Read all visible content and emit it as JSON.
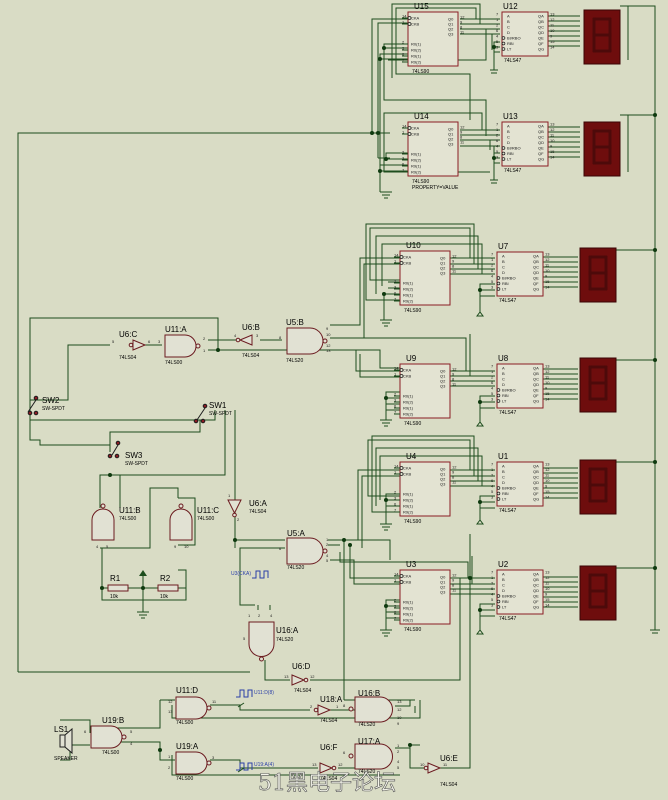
{
  "colors": {
    "background": "#d9dcc5",
    "wire": "#1d4d1d",
    "chip_fill": "#e3e3d2",
    "chip_border": "#8a1d24",
    "gate_fill": "#e1e1d3",
    "display": "#6e0d0d",
    "junction": "#0f3a0f"
  },
  "counters": [
    {
      "ref": "U15",
      "type": "74LS90",
      "extra": ""
    },
    {
      "ref": "U14",
      "type": "74LS90",
      "extra": "PROPERTY=VALUE"
    },
    {
      "ref": "U10",
      "type": "74LS90",
      "extra": ""
    },
    {
      "ref": "U9",
      "type": "74LS90",
      "extra": ""
    },
    {
      "ref": "U4",
      "type": "74LS90",
      "extra": ""
    },
    {
      "ref": "U3",
      "type": "74LS90",
      "extra": ""
    }
  ],
  "counter_pins_left": [
    "CKA",
    "CKB",
    "R0(1)",
    "R0(2)",
    "R9(1)",
    "R9(2)"
  ],
  "counter_pins_right": [
    "Q0",
    "Q1",
    "Q2",
    "Q3"
  ],
  "counter_pin_nums_left": [
    "14",
    "1",
    "2",
    "3",
    "6",
    "7"
  ],
  "counter_pin_nums_right": [
    "12",
    "9",
    "8",
    "11"
  ],
  "decoders": [
    {
      "ref": "U12",
      "type": "74LS47"
    },
    {
      "ref": "U13",
      "type": "74LS47"
    },
    {
      "ref": "U7",
      "type": "74LS47"
    },
    {
      "ref": "U8",
      "type": "74LS47"
    },
    {
      "ref": "U1",
      "type": "74LS47"
    },
    {
      "ref": "U2",
      "type": "74LS47"
    }
  ],
  "decoder_pins_left": [
    "A",
    "B",
    "C",
    "D",
    "BI/RBO",
    "RBI",
    "LT"
  ],
  "decoder_pins_right": [
    "QA",
    "QB",
    "QC",
    "QD",
    "QE",
    "QF",
    "QG"
  ],
  "decoder_pin_nums_left": [
    "7",
    "1",
    "2",
    "6",
    "4",
    "5",
    "3"
  ],
  "decoder_pin_nums_right": [
    "13",
    "12",
    "11",
    "10",
    "9",
    "15",
    "14"
  ],
  "gates": [
    {
      "ref": "U6:C",
      "type": "74LS04"
    },
    {
      "ref": "U11:A",
      "type": "74LS00"
    },
    {
      "ref": "U6:B",
      "type": "74LS04"
    },
    {
      "ref": "U5:B",
      "type": "74LS20"
    },
    {
      "ref": "U11:B",
      "type": "74LS00"
    },
    {
      "ref": "U11:C",
      "type": "74LS00"
    },
    {
      "ref": "U6:A",
      "type": "74LS04"
    },
    {
      "ref": "U5:A",
      "type": "74LS20"
    },
    {
      "ref": "U16:A",
      "type": "74LS20"
    },
    {
      "ref": "U6:D",
      "type": "74LS04"
    },
    {
      "ref": "U11:D",
      "type": "74LS00"
    },
    {
      "ref": "U18:A",
      "type": "74LS04"
    },
    {
      "ref": "U16:B",
      "type": "74LS20"
    },
    {
      "ref": "U19:B",
      "type": "74LS00"
    },
    {
      "ref": "U19:A",
      "type": "74LS00"
    },
    {
      "ref": "U6:F",
      "type": "74LS04"
    },
    {
      "ref": "U17:A",
      "type": "74LS20"
    },
    {
      "ref": "U6:E",
      "type": "74LS04"
    }
  ],
  "switches": [
    {
      "ref": "SW2",
      "type": "SW-SPDT"
    },
    {
      "ref": "SW1",
      "type": "SW-SPDT"
    },
    {
      "ref": "SW3",
      "type": "SW-SPDT"
    }
  ],
  "resistors": [
    {
      "ref": "R1",
      "value": "10k"
    },
    {
      "ref": "R2",
      "value": "10k"
    }
  ],
  "speaker": {
    "ref": "LS1",
    "type": "SPEAKER"
  },
  "probes": [
    {
      "label": "U3(CKA)"
    },
    {
      "label": "U11:D(8)"
    },
    {
      "label": "U19:A(4)"
    }
  ],
  "watermark": "51黑电子论坛"
}
